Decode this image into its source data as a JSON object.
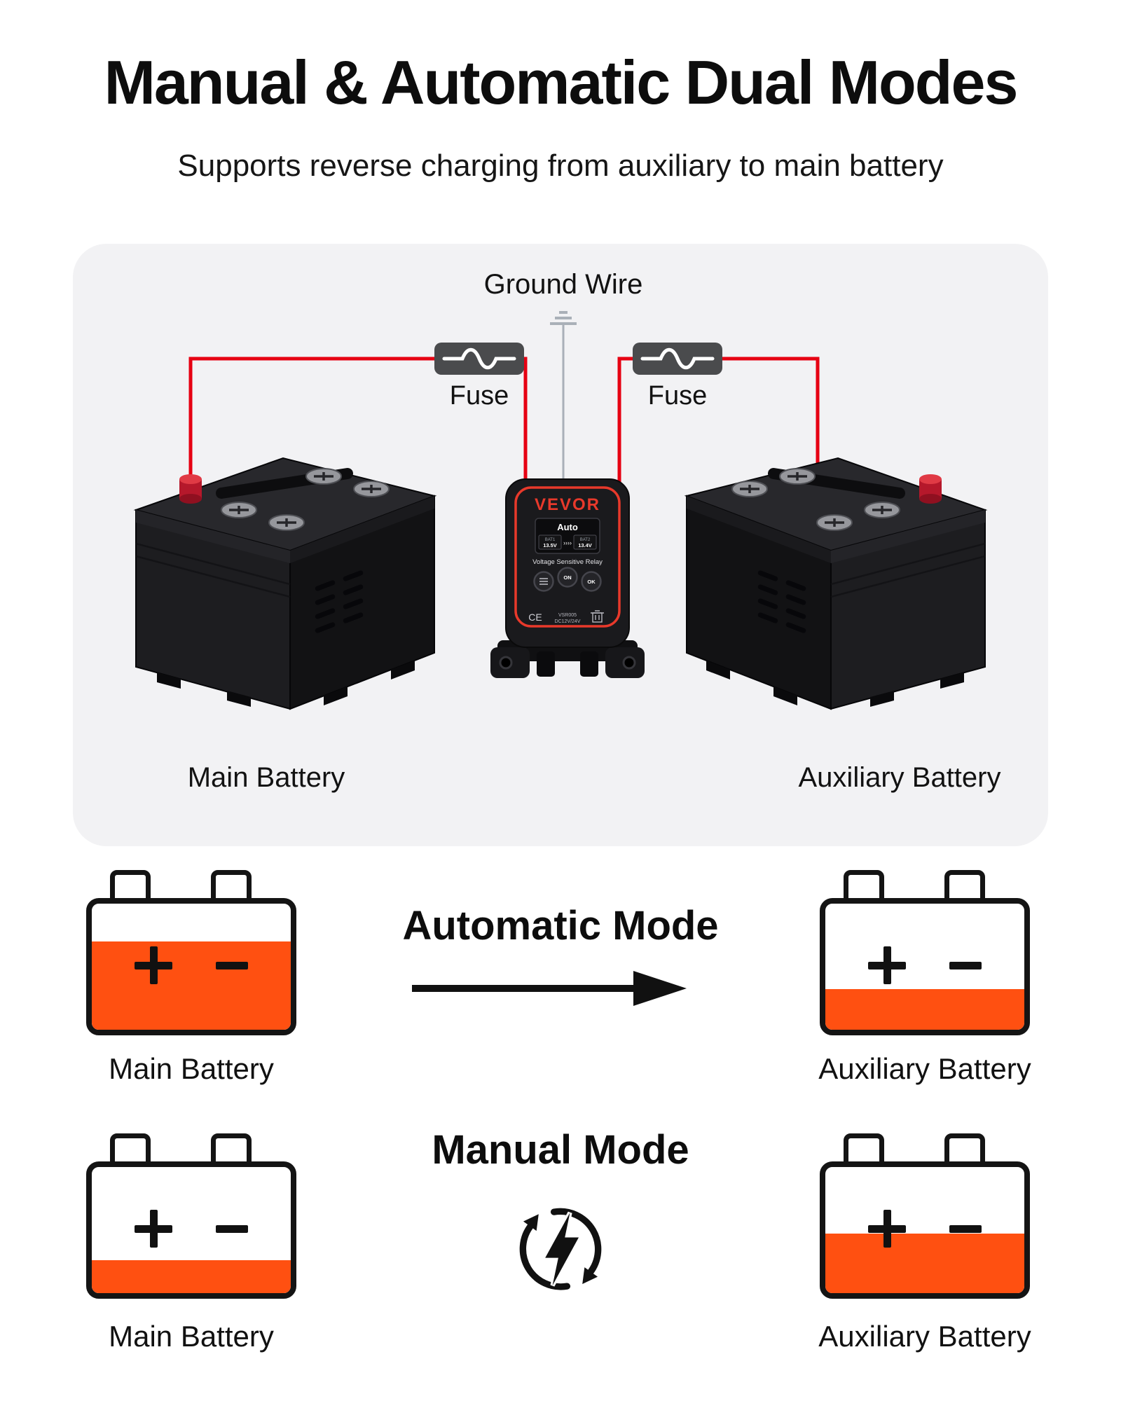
{
  "header": {
    "title": "Manual & Automatic Dual Modes",
    "subtitle": "Supports reverse charging from auxiliary to main battery"
  },
  "diagram": {
    "ground_wire_label": "Ground Wire",
    "left_fuse_label": "Fuse",
    "right_fuse_label": "Fuse",
    "main_battery_label": "Main Battery",
    "aux_battery_label": "Auxiliary Battery",
    "relay": {
      "brand": "VEVOR",
      "mode": "Auto",
      "bat1_label": "BAT1",
      "bat1_voltage": "13.5V",
      "arrows": "››››",
      "bat2_label": "BAT2",
      "bat2_voltage": "13.4V",
      "device_name": "Voltage Sensitive Relay",
      "btn_on": "ON",
      "btn_ok": "OK",
      "ce_mark": "CE",
      "model": "VSR005",
      "spec": "DC12V/24V"
    }
  },
  "modes": {
    "automatic": {
      "title": "Automatic Mode",
      "main": {
        "label": "Main Battery",
        "fill_percent": 70
      },
      "aux": {
        "label": "Auxiliary Battery",
        "fill_percent": 32
      }
    },
    "manual": {
      "title": "Manual Mode",
      "main": {
        "label": "Main Battery",
        "fill_percent": 26
      },
      "aux": {
        "label": "Auxiliary Battery",
        "fill_percent": 47
      }
    }
  },
  "icons": {
    "plus_symbol": "+",
    "minus_symbol": "−",
    "fuse_icon": "fuse-wave",
    "ground_icon": "earth-ground",
    "mode_arrow": "right-arrow",
    "manual_cycle_icon": "sync-bolt"
  },
  "colors": {
    "battery_fill_orange": "#FF5011",
    "wire_red": "#E60012",
    "panel_background": "#F2F2F4",
    "brand_red": "#E8392B",
    "ink": "#111111"
  }
}
